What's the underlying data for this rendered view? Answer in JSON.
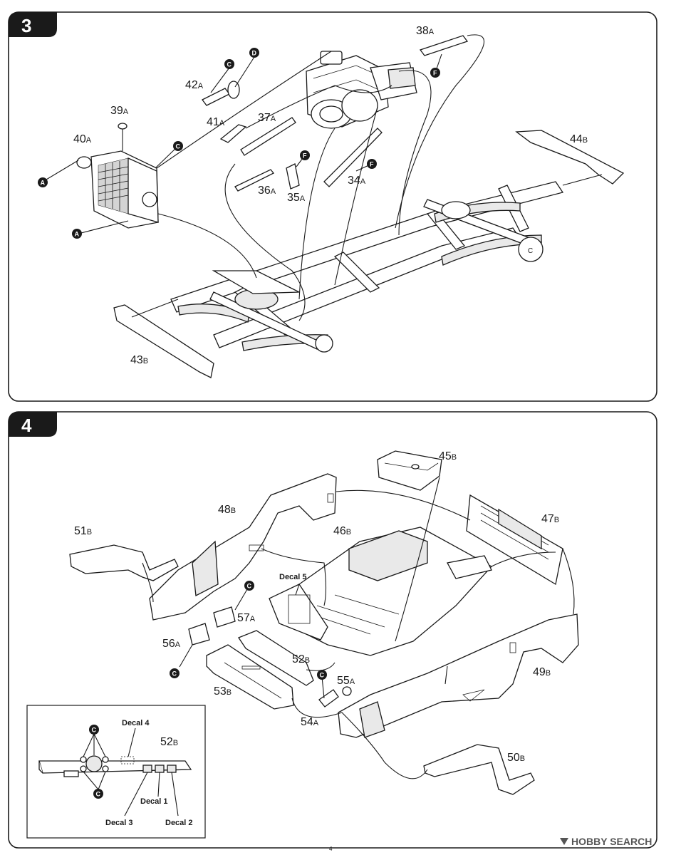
{
  "steps": [
    {
      "number": "3",
      "parts": [
        {
          "num": "38",
          "suffix": "A"
        },
        {
          "num": "42",
          "suffix": "A"
        },
        {
          "num": "39",
          "suffix": "A"
        },
        {
          "num": "40",
          "suffix": "A"
        },
        {
          "num": "41",
          "suffix": "A"
        },
        {
          "num": "37",
          "suffix": "A"
        },
        {
          "num": "36",
          "suffix": "A"
        },
        {
          "num": "35",
          "suffix": "A"
        },
        {
          "num": "34",
          "suffix": "A"
        },
        {
          "num": "44",
          "suffix": "B"
        },
        {
          "num": "43",
          "suffix": "B"
        }
      ],
      "markers": [
        "C",
        "D",
        "F",
        "C",
        "A",
        "A",
        "F",
        "F",
        "C"
      ]
    },
    {
      "number": "4",
      "parts": [
        {
          "num": "45",
          "suffix": "B"
        },
        {
          "num": "48",
          "suffix": "B"
        },
        {
          "num": "47",
          "suffix": "B"
        },
        {
          "num": "46",
          "suffix": "B"
        },
        {
          "num": "51",
          "suffix": "B"
        },
        {
          "num": "57",
          "suffix": "A"
        },
        {
          "num": "56",
          "suffix": "A"
        },
        {
          "num": "52",
          "suffix": "B"
        },
        {
          "num": "55",
          "suffix": "A"
        },
        {
          "num": "53",
          "suffix": "B"
        },
        {
          "num": "54",
          "suffix": "A"
        },
        {
          "num": "49",
          "suffix": "B"
        },
        {
          "num": "50",
          "suffix": "B"
        }
      ],
      "markers": [
        "C",
        "C",
        "C"
      ],
      "decal_main": "Decal 5",
      "inset": {
        "part": {
          "num": "52",
          "suffix": "B"
        },
        "markers": [
          "C",
          "C"
        ],
        "decals": [
          "Decal 4",
          "Decal 1",
          "Decal 3",
          "Decal 2"
        ]
      }
    }
  ],
  "footer": {
    "page_number": "4",
    "watermark": "HOBBY SEARCH"
  }
}
